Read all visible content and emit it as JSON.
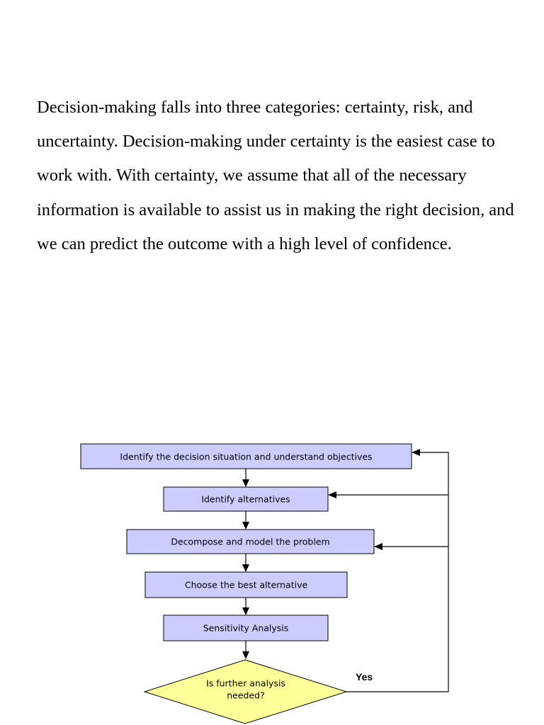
{
  "paragraph": "Decision-making falls into three categories: certainty, risk, and uncertainty. Decision-making under certainty is the easiest case to work with. With certainty, we assume that all of the necessary information is available to assist us in making the right decision, and we can predict the outcome with a high level of confidence.",
  "flowchart": {
    "steps": [
      "Identify the decision situation and understand objectives",
      "Identify alternatives",
      "Decompose and model the problem",
      "Choose the best alternative",
      "Sensitivity Analysis"
    ],
    "decision": {
      "line1": "Is further analysis",
      "line2": "needed?"
    },
    "yes_label": "Yes",
    "colors": {
      "box_fill": "#ccccff",
      "decision_fill": "#ffff99",
      "line": "#000000"
    }
  }
}
